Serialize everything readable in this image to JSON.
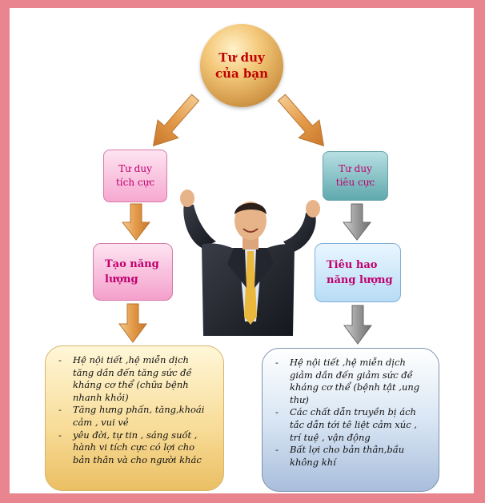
{
  "top_node": {
    "line1": "Tư duy",
    "line2": "của bạn"
  },
  "positive_think": {
    "line1": "Tư duy",
    "line2": "tích cực"
  },
  "negative_think": {
    "line1": "Tư duy",
    "line2": "tiêu cực"
  },
  "create_energy": {
    "line1": "Tạo năng",
    "line2": "lượng"
  },
  "consume_energy": {
    "line1": "Tiêu hao",
    "line2": "năng lượng"
  },
  "positive_effects": [
    "Hệ nội tiết ,hệ miễn dịch tăng dần đến tăng sức đề kháng cơ thể (chữa bệnh nhanh khỏi)",
    "Tăng hưng phấn, tăng,khoái cảm , vui vẻ",
    "yêu đời, tự tin , sáng suốt , hành vi tích cực có lợi cho bản thân và cho người khác"
  ],
  "negative_effects": [
    "Hệ nội tiết ,hệ miễn dịch giảm dần đến giảm sức đề kháng cơ thể (bệnh tật ,ung thư)",
    "Các chất dẫn truyền bị ách tắc dẫn tới tê liệt cảm xúc , trí tuệ , vận động",
    "Bất lợi cho bản thân,bầu không khí"
  ],
  "colors": {
    "frame": "#e9858e",
    "title_text": "#c00000",
    "box_text": "#c0006e",
    "arrow_orange": "#e08a3c",
    "arrow_gray": "#8a8a8a"
  },
  "icons": [
    "orange-arrow-icon",
    "gray-arrow-icon",
    "businessman-figure"
  ]
}
